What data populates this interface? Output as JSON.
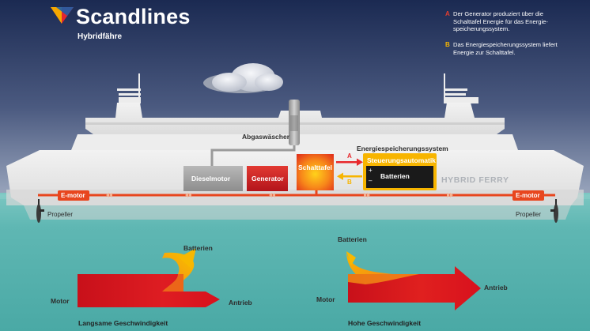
{
  "brand": {
    "name": "Scandlines",
    "subtitle": "Hybridfähre"
  },
  "legend": [
    {
      "letter": "A",
      "text": "Der Generator produziert über die Schalttafel Energie für das Energie-speicherungssystem."
    },
    {
      "letter": "B",
      "text": "Das Energiespeicherungssystem liefert Energie zur Schalttafel."
    }
  ],
  "ship": {
    "hull_label": "HYBRID FERRY",
    "components": {
      "scrubber": "Abgaswäscher",
      "diesel": "Dieselmotor",
      "generator": "Generator",
      "switchboard": "Schalttafel",
      "ess_title": "Energiespeicherungssystem",
      "controller": "Steuerungsautomatik",
      "batteries": "Batterien",
      "plus": "+",
      "minus": "–",
      "emotor_left": "E-motor",
      "emotor_right": "E-motor",
      "propeller_left": "Propeller",
      "propeller_right": "Propeller",
      "arrow_a": "A",
      "arrow_b": "B"
    }
  },
  "flow_low": {
    "batteries": "Batterien",
    "motor": "Motor",
    "drive": "Antrieb",
    "speed": "Langsame Geschwindigkeit"
  },
  "flow_high": {
    "batteries": "Batterien",
    "motor": "Motor",
    "drive": "Antrieb",
    "speed": "Hohe Geschwindigkeit"
  },
  "colors": {
    "sky_top": "#1b2a52",
    "sky_bottom": "#8e9bb4",
    "sea": "#5fb7b3",
    "hull": "#ececec",
    "red": "#d61920",
    "orange": "#f26a1b",
    "yellow": "#f7b500",
    "legend_a": "#e33d2f",
    "legend_b": "#f7b500"
  }
}
